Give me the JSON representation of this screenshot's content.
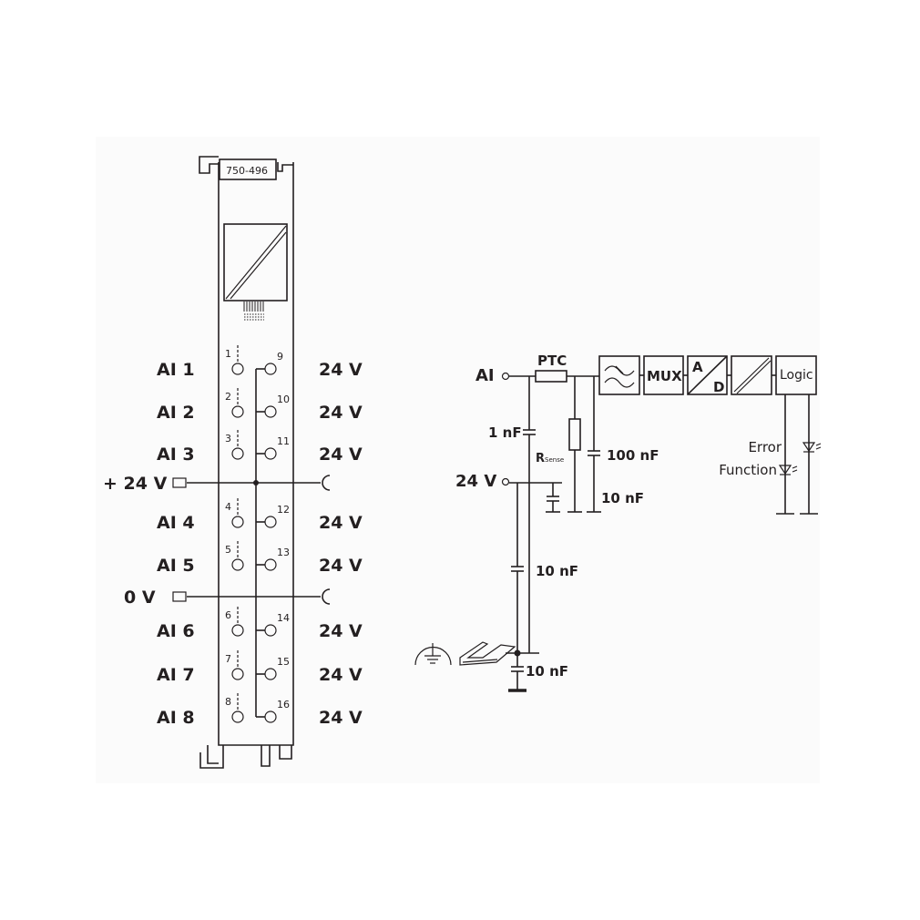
{
  "module": {
    "part_number": "750-496",
    "left_labels": [
      "AI 1",
      "AI 2",
      "AI 3",
      "+ 24 V",
      "AI 4",
      "AI 5",
      "0 V",
      "AI 6",
      "AI 7",
      "AI 8"
    ],
    "right_labels": [
      "24 V",
      "24 V",
      "24 V",
      "24 V",
      "24 V",
      "24 V",
      "24 V",
      "24 V"
    ],
    "left_terminals": [
      "1",
      "2",
      "3",
      "4",
      "5",
      "6",
      "7",
      "8"
    ],
    "right_terminals": [
      "9",
      "10",
      "11",
      "12",
      "13",
      "14",
      "15",
      "16"
    ]
  },
  "circuit": {
    "input_label": "AI",
    "supply_label": "24 V",
    "ptc_label": "PTC",
    "c1_label": "1 nF",
    "rsense_label": "R",
    "rsense_sub": "Sense",
    "c2_label": "100 nF",
    "c3_label": "10 nF",
    "c4_label": "10 nF",
    "c5_label": "10 nF",
    "blocks": [
      "MUX",
      "A",
      "D",
      "Logic"
    ],
    "error_label": "Error",
    "function_label": "Function"
  }
}
